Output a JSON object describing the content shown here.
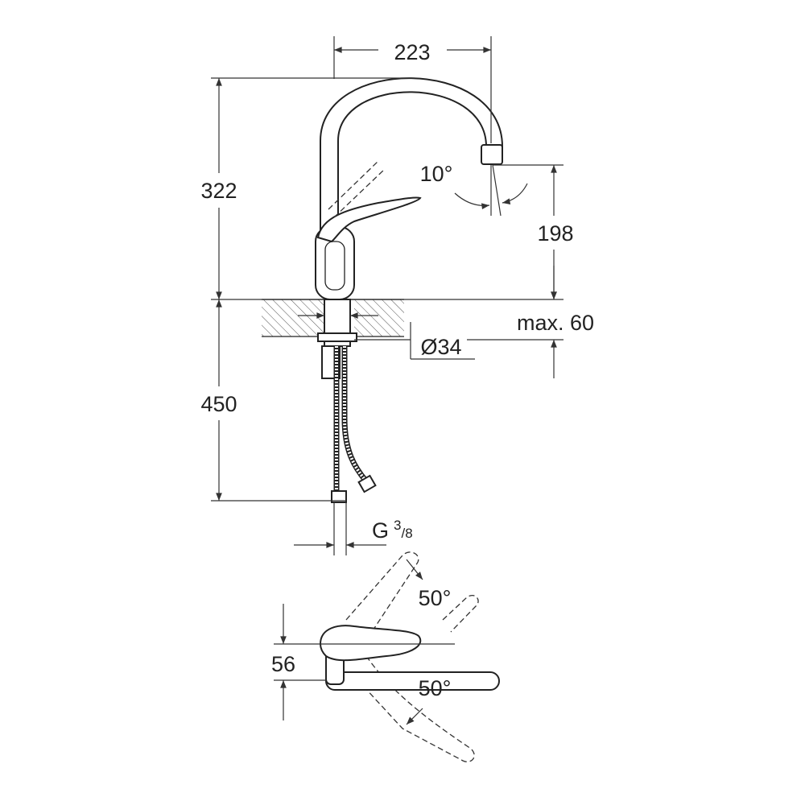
{
  "dimensions": {
    "spout_reach": "223",
    "height_above_counter": "322",
    "spout_tilt": "10°",
    "outlet_height": "198",
    "max_counter_thickness": "max. 60",
    "mounting_hole_diameter": "Ø34",
    "hose_length": "450",
    "connection_thread": "G",
    "connection_thread_num": "3",
    "connection_thread_den": "/8",
    "lever_angle_back": "50°",
    "lever_depth": "56",
    "lever_angle_front": "50°"
  },
  "colors": {
    "line": "#222222",
    "background": "#ffffff"
  }
}
